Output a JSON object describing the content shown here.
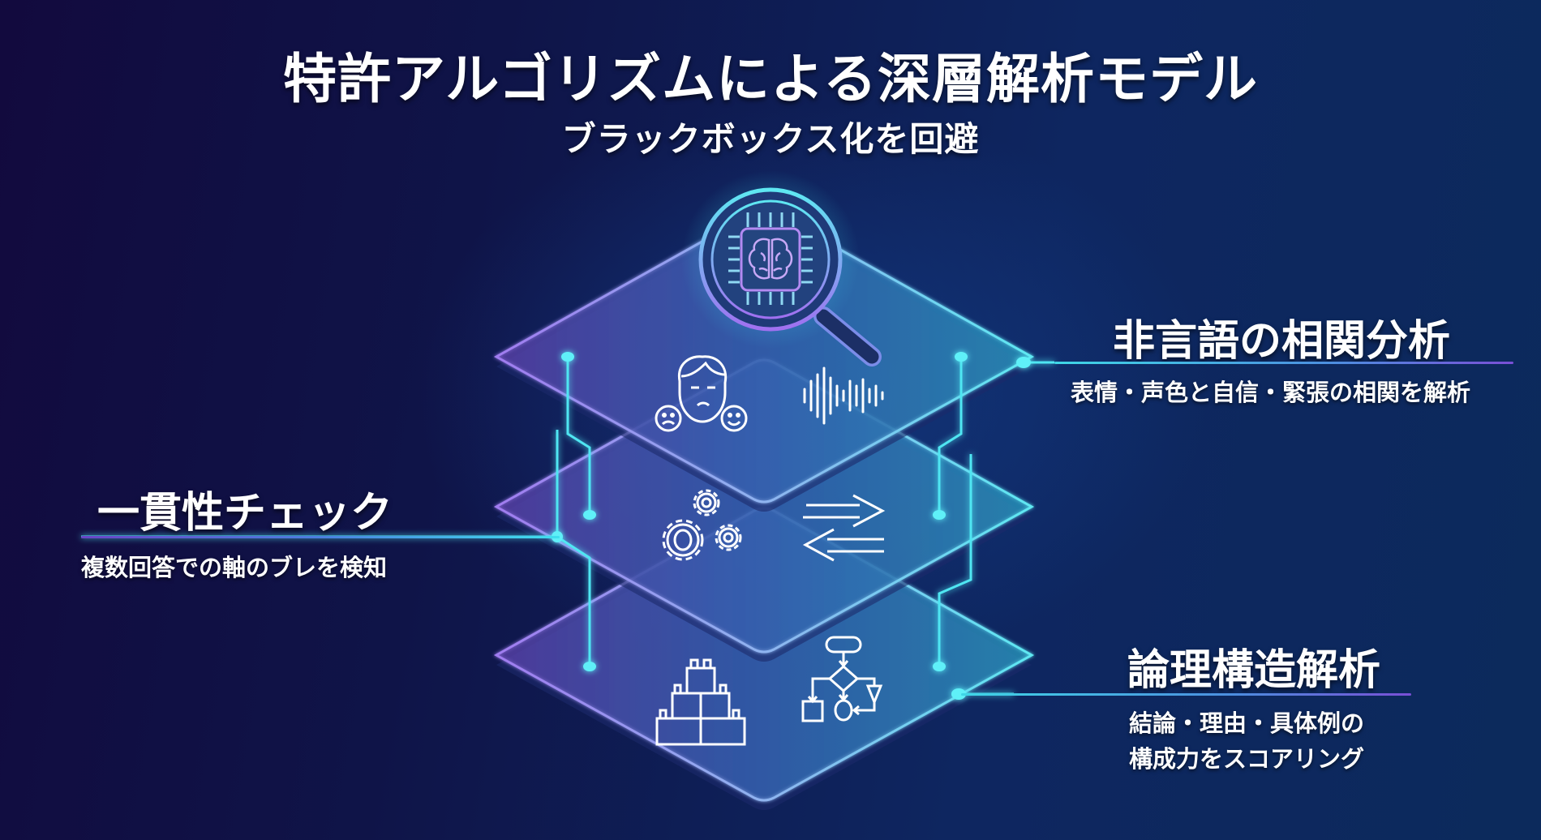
{
  "header": {
    "title": "特許アルゴリズムによる深層解析モデル",
    "subtitle": "ブラックボックス化を回避"
  },
  "layers": [
    {
      "id": "top",
      "icons": [
        "face-emotion-icon",
        "sound-wave-icon"
      ],
      "callout": {
        "side": "right",
        "heading": "非言語の相関分析",
        "description": [
          "表情・声色と自信・緊張の相関を解析"
        ]
      }
    },
    {
      "id": "middle",
      "icons": [
        "gears-icon",
        "bidirectional-arrows-icon"
      ],
      "callout": {
        "side": "left",
        "heading": "一貫性チェック",
        "description": [
          "複数回答での軸のブレを検知"
        ]
      }
    },
    {
      "id": "bottom",
      "icons": [
        "building-blocks-icon",
        "flowchart-icon"
      ],
      "callout": {
        "side": "right",
        "heading": "論理構造解析",
        "description": [
          "結論・理由・具体例の",
          "構成力をスコアリング"
        ]
      }
    }
  ],
  "top_icon": "magnifier-ai-chip-brain-icon",
  "colors": {
    "background_dark": "#120a3e",
    "background_blue": "#0c2a5c",
    "accent_cyan": "#3fe0ee",
    "accent_violet": "#8a5ce6",
    "text": "#ffffff"
  }
}
